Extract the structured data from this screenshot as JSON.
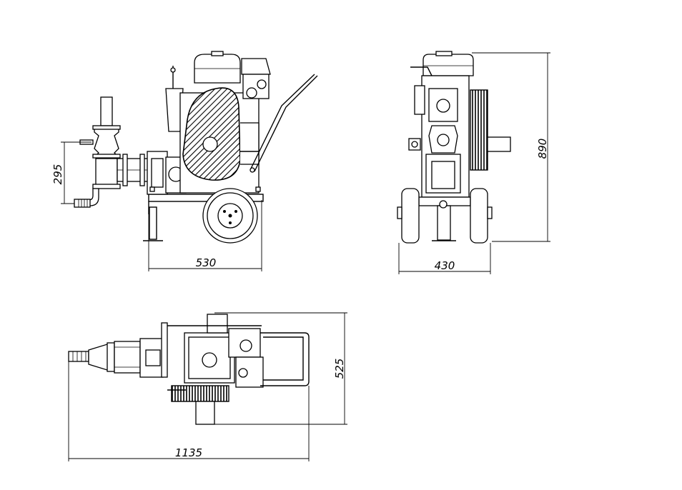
{
  "drawing": {
    "views": [
      "side-view",
      "front-view",
      "top-view"
    ],
    "dimensions": {
      "side_height": "295",
      "side_length": "530",
      "front_height": "890",
      "front_width": "430",
      "top_depth": "525",
      "top_length": "1135"
    }
  }
}
